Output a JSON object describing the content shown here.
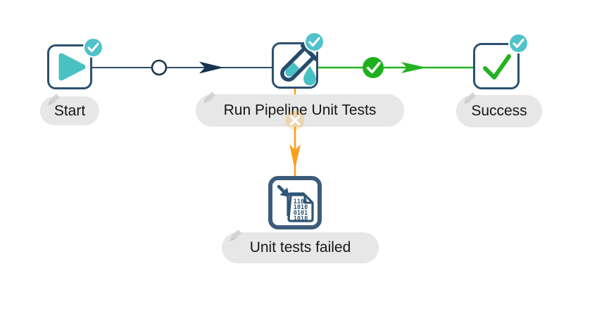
{
  "workflow": {
    "actions": [
      {
        "name": "Start",
        "icon": "play-icon",
        "badge": "check"
      },
      {
        "name": "Run Pipeline Unit Tests",
        "icon": "test-tube-icon",
        "badge": "check"
      },
      {
        "name": "Success",
        "icon": "check-icon",
        "badge": "check"
      },
      {
        "name": "Unit tests failed",
        "icon": "binary-file-icon",
        "badge": "none",
        "selected": true
      }
    ],
    "hops": [
      {
        "from": "Start",
        "to": "Run Pipeline Unit Tests",
        "condition": "unconditional",
        "icon": "hop-unconditional-circle-icon",
        "color": "#16354d"
      },
      {
        "from": "Run Pipeline Unit Tests",
        "to": "Success",
        "condition": "on-success",
        "icon": "hop-success-check-icon",
        "color": "#23b223"
      },
      {
        "from": "Run Pipeline Unit Tests",
        "to": "Unit tests failed",
        "condition": "on-failure",
        "icon": "hop-failure-x-icon",
        "color": "#f7a11f"
      }
    ]
  },
  "colors": {
    "canvas_background": "#ffffff",
    "node_border": "#2b5170",
    "selected_node_border": "#3d5c7a",
    "teal_accent": "#4ac1c3",
    "badge_teal": "#4fc3c9",
    "success_green": "#23b223",
    "failure_orange": "#f7a11f",
    "hop_navy": "#2c4e68",
    "label_background": "#e7e7e7",
    "label_text": "#161616"
  }
}
